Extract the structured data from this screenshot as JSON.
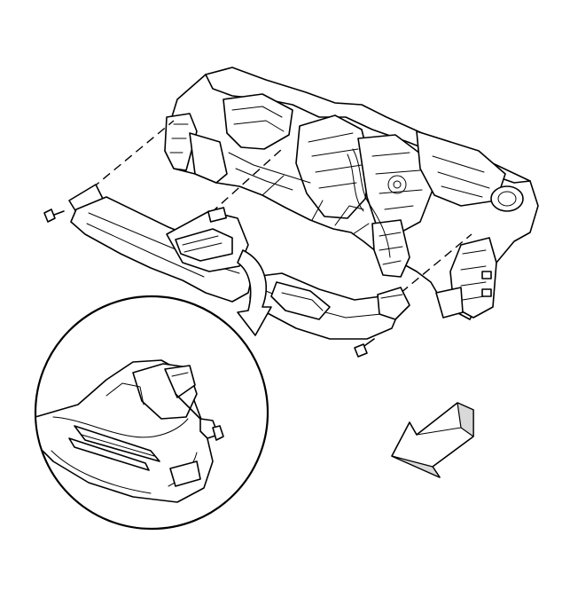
{
  "figure": {
    "main_assembly_icon": "instrument-panel-carrier",
    "lower_duct_icon": "floor-air-duct",
    "detail_view_icon": "duct-mounting-detail",
    "direction_arrow_icon": "front-of-vehicle-arrow",
    "callout_arrow_icon": "curved-callout-arrow",
    "fastener_icon": "screw",
    "line_color": "#000000",
    "background_color": "#ffffff"
  }
}
